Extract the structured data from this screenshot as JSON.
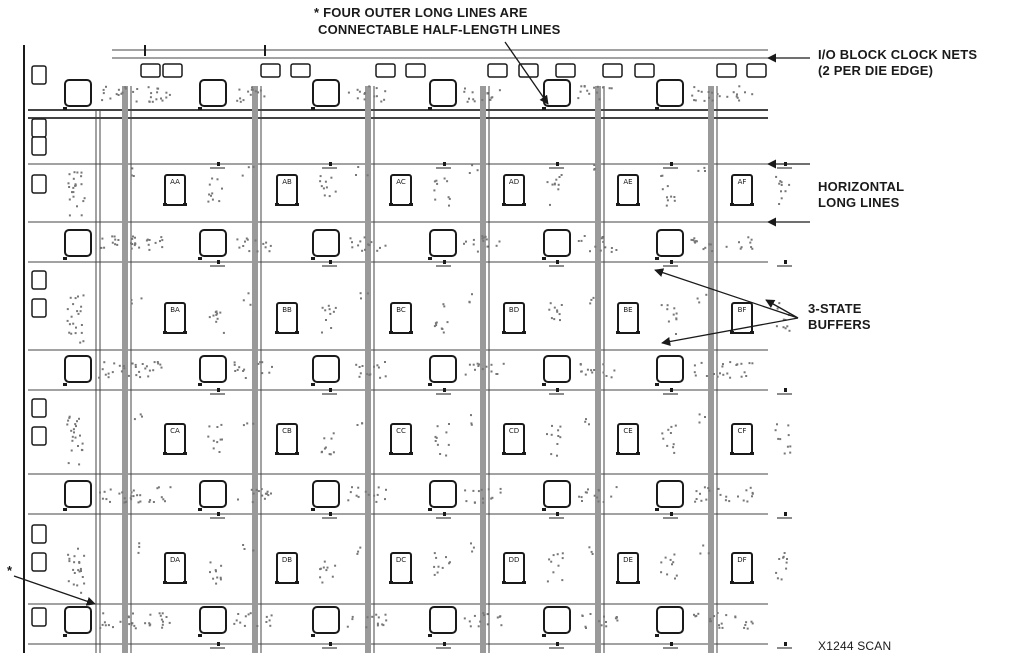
{
  "annotations": {
    "top_note_line1": "* FOUR OUTER LONG LINES ARE",
    "top_note_line2": "CONNECTABLE HALF-LENGTH LINES",
    "io_clock_line1": "I/O BLOCK CLOCK NETS",
    "io_clock_line2": "(2 PER DIE EDGE)",
    "horiz_line1": "HORIZONTAL",
    "horiz_line2": "LONG LINES",
    "buffers_line1": "3-STATE",
    "buffers_line2": "BUFFERS",
    "left_asterisk": "*",
    "scan_id": "X1244 SCAN"
  },
  "clb_labels": [
    [
      "AA",
      "AB",
      "AC",
      "AD",
      "AE",
      "AF"
    ],
    [
      "BA",
      "BB",
      "BC",
      "BD",
      "BE",
      "BF"
    ],
    [
      "CA",
      "CB",
      "CC",
      "CD",
      "CE",
      "CF"
    ],
    [
      "DA",
      "DB",
      "DC",
      "DD",
      "DE",
      "DF"
    ]
  ],
  "colors": {
    "ink": "#1a1a1a",
    "wire": "#444444",
    "dots": "#777777",
    "background": "#ffffff"
  }
}
